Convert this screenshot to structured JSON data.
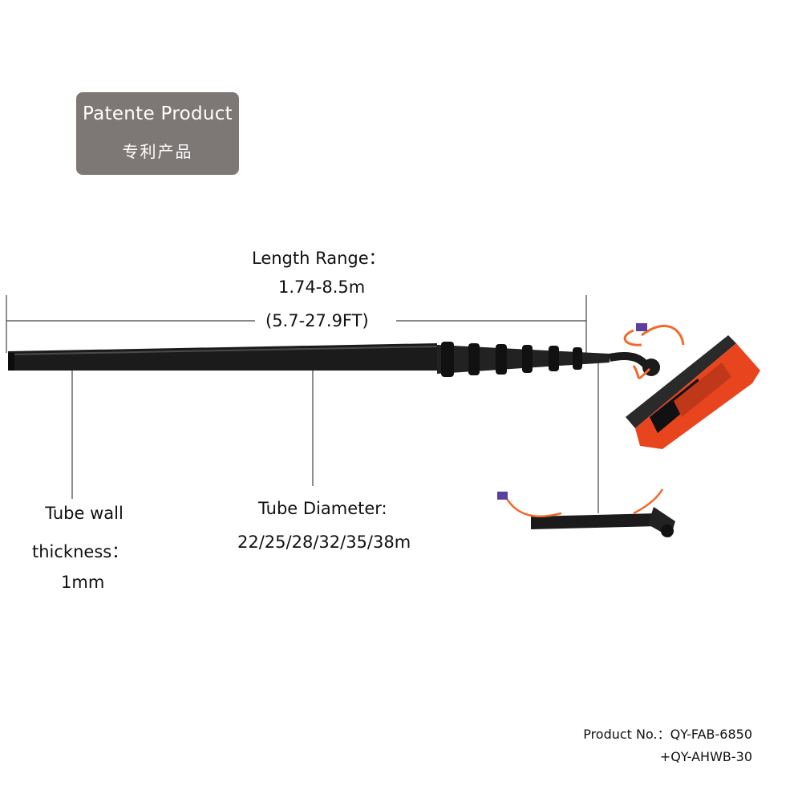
{
  "badge": {
    "title": "Patente  Product",
    "subtitle": "专利产品"
  },
  "length": {
    "label": "Length Range：",
    "value_m": "1.74-8.5m",
    "value_ft": "(5.7-27.9FT)"
  },
  "wall": {
    "line1": "Tube wall",
    "line2": "thickness：",
    "line3": "1mm"
  },
  "diameter": {
    "label": "Tube Diameter:",
    "value": "22/25/28/32/35/38m"
  },
  "product": {
    "line1": "Product No.：QY-FAB-6850",
    "line2": "+QY-AHWB-30"
  },
  "colors": {
    "badge_bg": "#7d7776",
    "pole": "#1b1b1b",
    "bristle": "#e8451f",
    "hose": "#f26a2a",
    "connector": "#5b3fa0"
  },
  "icons": [
    "telescopic-pole-icon",
    "brush-head-icon",
    "gooseneck-icon"
  ]
}
